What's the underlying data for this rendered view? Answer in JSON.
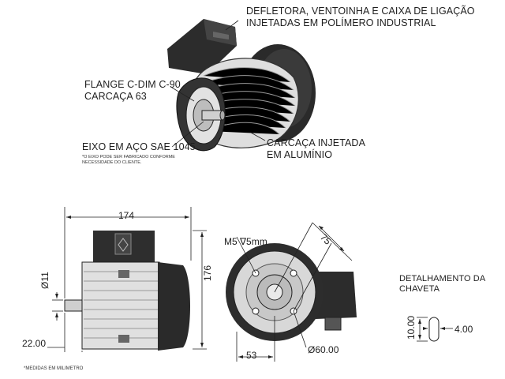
{
  "top_labels": {
    "deflector": "DEFLETORA, VENTOINHA E CAIXA DE LIGAÇÃO\nINJETADAS EM POLÍMERO INDUSTRIAL",
    "flange": "FLANGE C-DIM C-90\nCARCAÇA 63",
    "shaft": "EIXO EM AÇO SAE 1045",
    "shaft_note": "*O EIXO PODE SER FABRICADO CONFORME\nNECESSIDADE DO CLIENTE.",
    "housing": "CARCAÇA INJETADA\nEM ALUMÍNIO"
  },
  "dimensions": {
    "length": "174",
    "height": "176",
    "shaft_diameter": "Ø11",
    "shaft_length": "22.00",
    "bolt_circle": "75",
    "thread": "M5 ∇5mm",
    "center_offset": "53",
    "flange_diameter": "Ø60.00",
    "key_length": "10.00",
    "key_width": "4.00"
  },
  "key_detail": "DETALHAMENTO DA\nCHAVETA",
  "footnote": "*MEDIDAS EM MILIMETRO",
  "colors": {
    "body_dark": "#2b2b2b",
    "body_light": "#d9d9d9",
    "line": "#1e1e1e"
  }
}
